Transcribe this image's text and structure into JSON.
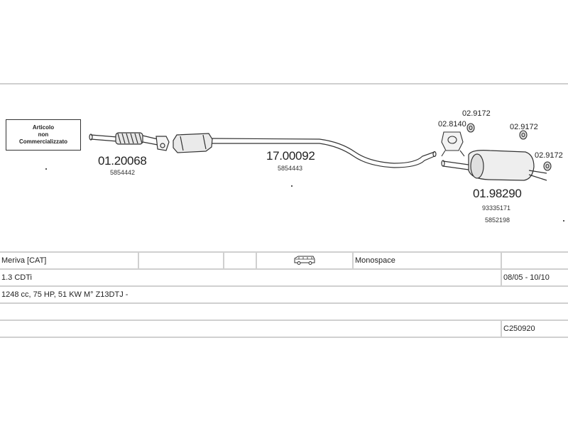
{
  "note": {
    "line1": "Articolo",
    "line2": "non",
    "line3": "Commercializzato"
  },
  "parts": {
    "front_pipe": {
      "code": "01.20068",
      "oe": "5854442"
    },
    "middle": {
      "code": "17.00092",
      "oe": "5854443"
    },
    "rear": {
      "code": "01.98290",
      "oe1": "93335171",
      "oe2": "5852198"
    },
    "mount": {
      "code": "02.8140"
    },
    "rubber1": {
      "code": "02.9172"
    },
    "rubber2": {
      "code": "02.9172"
    },
    "rubber3": {
      "code": "02.9172"
    }
  },
  "vehicle": {
    "model": "Meriva  [CAT]",
    "body_type": "Monospace",
    "engine": "1.3 CDTi",
    "period": "08/05 - 10/10",
    "specs": "1248 cc, 75 HP, 51 KW  M° Z13DTJ -",
    "ref": "C250920"
  }
}
